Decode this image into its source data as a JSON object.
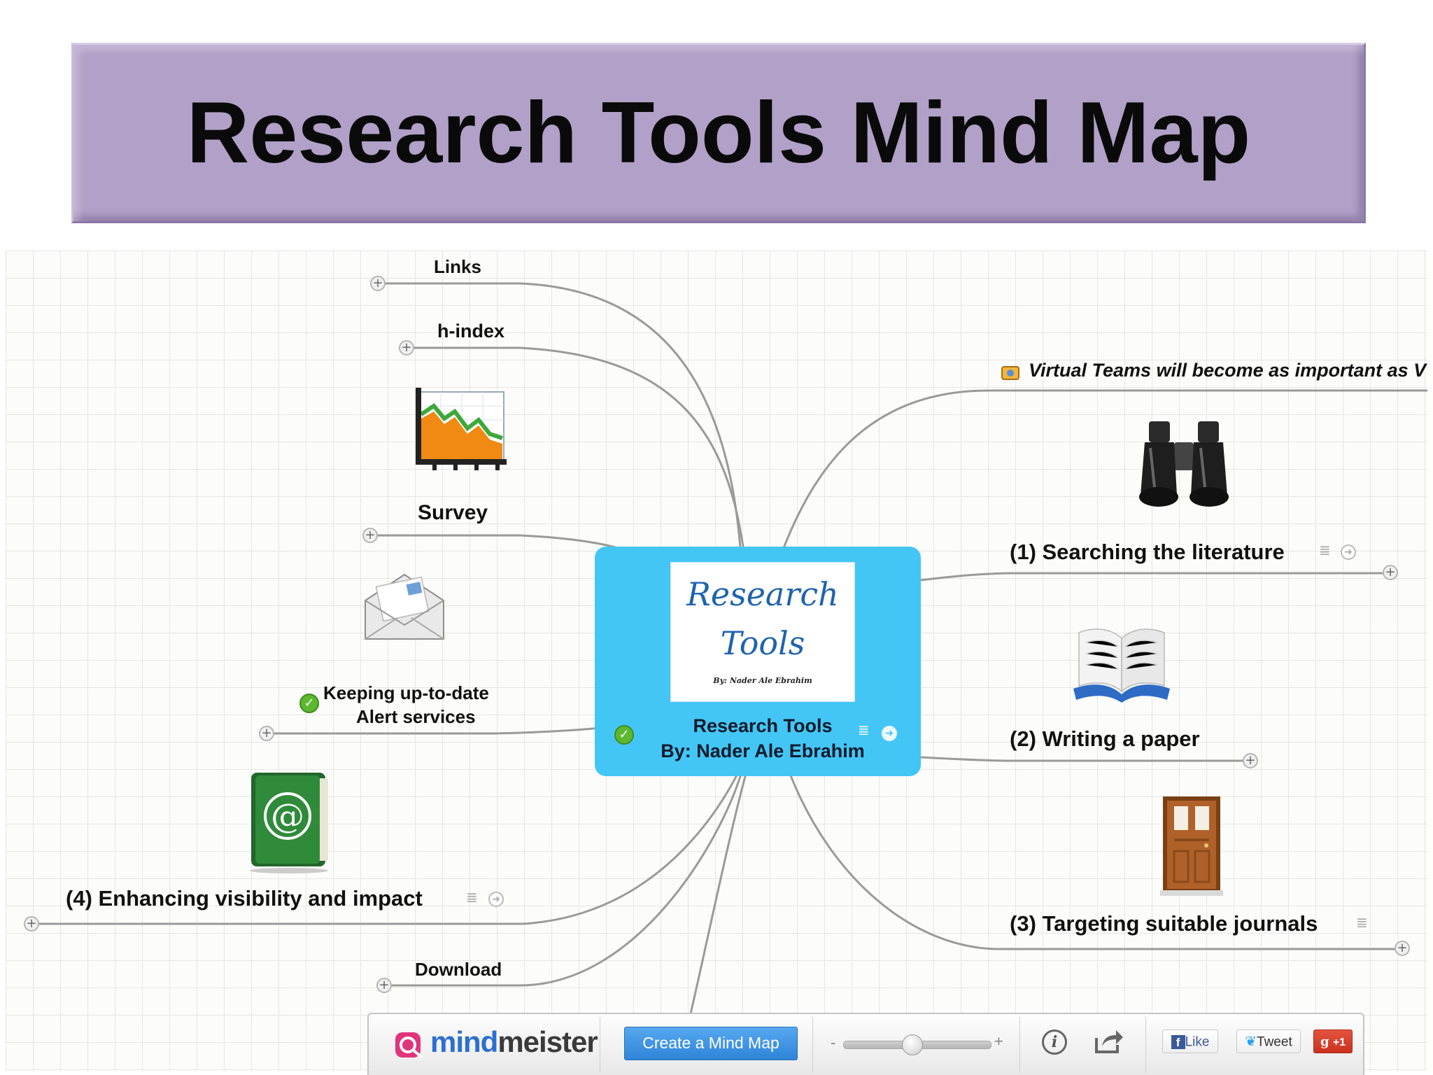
{
  "title": "Research Tools Mind Map",
  "center": {
    "card_line1": "Research",
    "card_line2": "Tools",
    "card_byline": "By: Nader Ale Ebrahim",
    "label_line1": "Research Tools",
    "label_line2": "By: Nader Ale Ebrahim"
  },
  "nodes": {
    "links": "Links",
    "h_index": "h-index",
    "survey": "Survey",
    "alert_line1": "Keeping up-to-date",
    "alert_line2": "Alert services",
    "enhancing": "(4) Enhancing visibility and impact",
    "download": "Download",
    "virtual_teams": "Virtual Teams will become as important as V",
    "searching": "(1) Searching the literature",
    "writing": "(2) Writing a paper",
    "targeting": "(3) Targeting suitable journals"
  },
  "icons": {
    "chart": "stock-chart-icon",
    "envelope": "envelope-icon",
    "address_book": "address-book-icon",
    "binoculars": "binoculars-icon",
    "book": "open-book-icon",
    "door": "door-icon"
  },
  "toolbar": {
    "logo_part1": "mind",
    "logo_part2": "meister",
    "create_button": "Create a Mind Map",
    "zoom_minus": "-",
    "zoom_plus": "+",
    "zoom_level": 0.46,
    "like": "Like",
    "tweet": "Tweet",
    "plus_one": "+1"
  },
  "colors": {
    "banner": "#b1a0c7",
    "center_node": "#43c6f5",
    "create_button": "#3a8fe0",
    "link_line": "#9a9a9a"
  }
}
